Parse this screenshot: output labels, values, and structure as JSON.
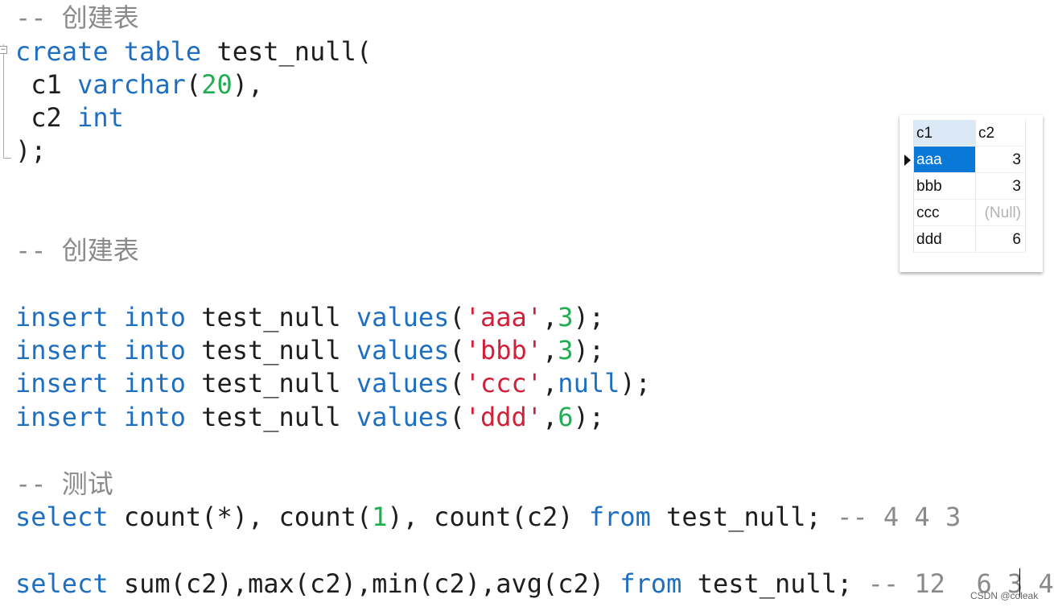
{
  "editor": {
    "lines": [
      [
        {
          "t": "-- 创建表",
          "c": "cmt"
        }
      ],
      [
        {
          "t": "create",
          "c": "kw"
        },
        {
          "t": " "
        },
        {
          "t": "table",
          "c": "kw"
        },
        {
          "t": " test_null("
        }
      ],
      [
        {
          "t": " c1 "
        },
        {
          "t": "varchar",
          "c": "kw"
        },
        {
          "t": "("
        },
        {
          "t": "20",
          "c": "num"
        },
        {
          "t": "),"
        }
      ],
      [
        {
          "t": " c2 "
        },
        {
          "t": "int",
          "c": "kw"
        }
      ],
      [
        {
          "t": ");"
        }
      ],
      [
        {
          "t": "-- 创建表",
          "c": "cmt"
        }
      ],
      [
        {
          "t": "insert",
          "c": "kw"
        },
        {
          "t": " "
        },
        {
          "t": "into",
          "c": "kw"
        },
        {
          "t": " test_null "
        },
        {
          "t": "values",
          "c": "kw"
        },
        {
          "t": "("
        },
        {
          "t": "'aaa'",
          "c": "str"
        },
        {
          "t": ","
        },
        {
          "t": "3",
          "c": "num"
        },
        {
          "t": ");"
        }
      ],
      [
        {
          "t": "insert",
          "c": "kw"
        },
        {
          "t": " "
        },
        {
          "t": "into",
          "c": "kw"
        },
        {
          "t": " test_null "
        },
        {
          "t": "values",
          "c": "kw"
        },
        {
          "t": "("
        },
        {
          "t": "'bbb'",
          "c": "str"
        },
        {
          "t": ","
        },
        {
          "t": "3",
          "c": "num"
        },
        {
          "t": ");"
        }
      ],
      [
        {
          "t": "insert",
          "c": "kw"
        },
        {
          "t": " "
        },
        {
          "t": "into",
          "c": "kw"
        },
        {
          "t": " test_null "
        },
        {
          "t": "values",
          "c": "kw"
        },
        {
          "t": "("
        },
        {
          "t": "'ccc'",
          "c": "str"
        },
        {
          "t": ","
        },
        {
          "t": "null",
          "c": "kw"
        },
        {
          "t": ");"
        }
      ],
      [
        {
          "t": "insert",
          "c": "kw"
        },
        {
          "t": " "
        },
        {
          "t": "into",
          "c": "kw"
        },
        {
          "t": " test_null "
        },
        {
          "t": "values",
          "c": "kw"
        },
        {
          "t": "("
        },
        {
          "t": "'ddd'",
          "c": "str"
        },
        {
          "t": ","
        },
        {
          "t": "6",
          "c": "num"
        },
        {
          "t": ");"
        }
      ],
      [
        {
          "t": "-- 测试",
          "c": "cmt"
        }
      ],
      [
        {
          "t": "select",
          "c": "kw"
        },
        {
          "t": " count(*), count("
        },
        {
          "t": "1",
          "c": "num"
        },
        {
          "t": "), count(c2) "
        },
        {
          "t": "from",
          "c": "kw"
        },
        {
          "t": " test_null; "
        },
        {
          "t": "-- 4 4 3",
          "c": "cmt"
        }
      ],
      [
        {
          "t": "select",
          "c": "kw"
        },
        {
          "t": " sum(c2),max(c2),min(c2),avg(c2) "
        },
        {
          "t": "from",
          "c": "kw"
        },
        {
          "t": " test_null; "
        },
        {
          "t": "-- 12  6 3 4",
          "c": "cmt"
        }
      ]
    ],
    "colors": {
      "keyword": "#1f6fc1",
      "number": "#1fae4f",
      "string": "#d0213a",
      "comment": "#8a8a8a"
    }
  },
  "result_grid": {
    "headers": {
      "c1": "c1",
      "c2": "c2"
    },
    "rows": [
      {
        "c1": "aaa",
        "c2": "3"
      },
      {
        "c1": "bbb",
        "c2": "3"
      },
      {
        "c1": "ccc",
        "c2": "(Null)"
      },
      {
        "c1": "ddd",
        "c2": "6"
      }
    ]
  },
  "watermark": "CSDN @coleak"
}
